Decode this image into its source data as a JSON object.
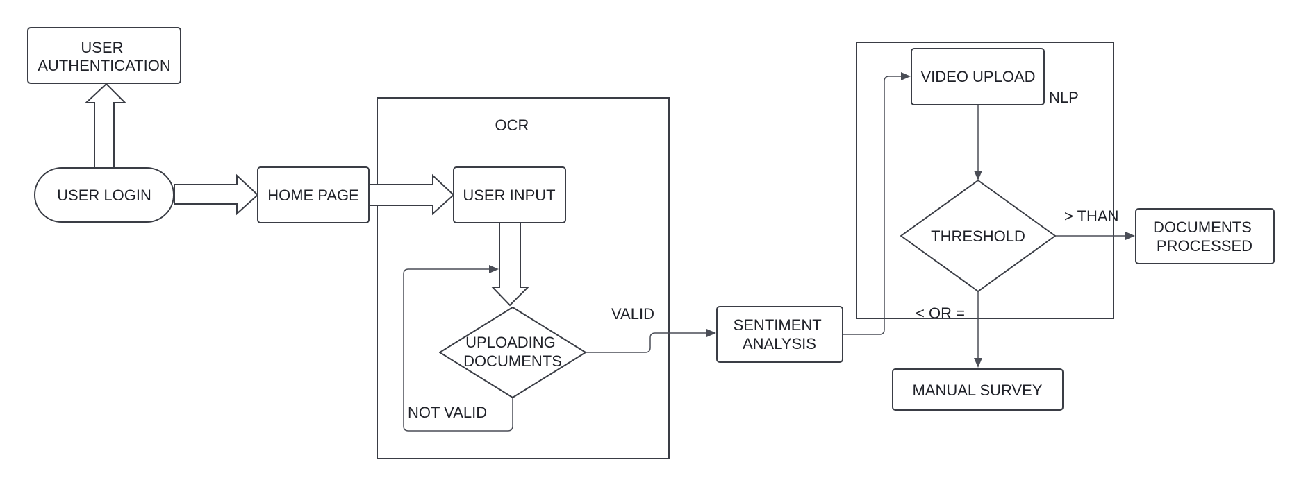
{
  "nodes": {
    "user_authentication": [
      "USER",
      "AUTHENTICATION"
    ],
    "user_login": "USER LOGIN",
    "home_page": "HOME PAGE",
    "user_input": "USER INPUT",
    "uploading_documents": [
      "UPLOADING",
      "DOCUMENTS"
    ],
    "sentiment_analysis": [
      "SENTIMENT",
      "ANALYSIS"
    ],
    "video_upload": "VIDEO UPLOAD",
    "threshold": "THRESHOLD",
    "documents_processed": [
      "DOCUMENTS",
      "PROCESSED"
    ],
    "manual_survey": "MANUAL SURVEY"
  },
  "groups": {
    "ocr": "OCR",
    "nlp": "NLP"
  },
  "edge_labels": {
    "valid": "VALID",
    "not_valid": "NOT VALID",
    "greater_than": "> THAN",
    "less_or_equal": "< OR ="
  },
  "colors": {
    "stroke": "#3a3d45",
    "text": "#1f2128",
    "background": "#ffffff"
  }
}
